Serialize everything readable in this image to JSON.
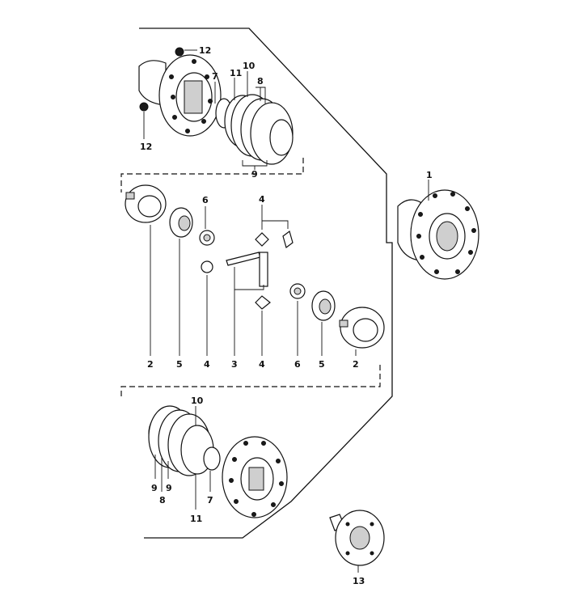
{
  "callouts": [
    {
      "id": "c12a",
      "text": "12"
    },
    {
      "id": "c12b",
      "text": "12"
    },
    {
      "id": "c7a",
      "text": "7"
    },
    {
      "id": "c11a",
      "text": "11"
    },
    {
      "id": "c10a",
      "text": "10"
    },
    {
      "id": "c8a",
      "text": "8"
    },
    {
      "id": "c9a",
      "text": "9"
    },
    {
      "id": "c1",
      "text": "1"
    },
    {
      "id": "c6a",
      "text": "6"
    },
    {
      "id": "c4a",
      "text": "4"
    },
    {
      "id": "c2a",
      "text": "2"
    },
    {
      "id": "c5a",
      "text": "5"
    },
    {
      "id": "c4b",
      "text": "4"
    },
    {
      "id": "c3",
      "text": "3"
    },
    {
      "id": "c4c",
      "text": "4"
    },
    {
      "id": "c6b",
      "text": "6"
    },
    {
      "id": "c5b",
      "text": "5"
    },
    {
      "id": "c2b",
      "text": "2"
    },
    {
      "id": "c10b",
      "text": "10"
    },
    {
      "id": "c9b",
      "text": "9"
    },
    {
      "id": "c8b",
      "text": "8"
    },
    {
      "id": "c9c",
      "text": "9"
    },
    {
      "id": "c11b",
      "text": "11"
    },
    {
      "id": "c7b",
      "text": "7"
    },
    {
      "id": "c13",
      "text": "13"
    }
  ]
}
